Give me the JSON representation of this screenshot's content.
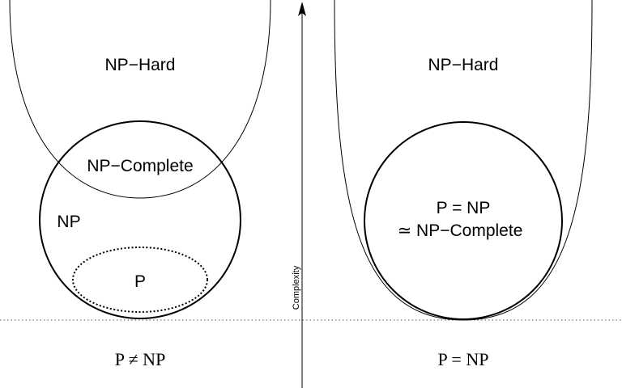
{
  "left": {
    "np_hard_label": "NP−Hard",
    "np_complete_label": "NP−Complete",
    "np_label": "NP",
    "p_label": "P",
    "caption": "P ≠ NP"
  },
  "right": {
    "np_hard_label": "NP−Hard",
    "equality_line1": "P = NP",
    "equality_line2": "≃ NP−Complete",
    "caption": "P = NP"
  },
  "axis": {
    "label": "Complexity"
  }
}
